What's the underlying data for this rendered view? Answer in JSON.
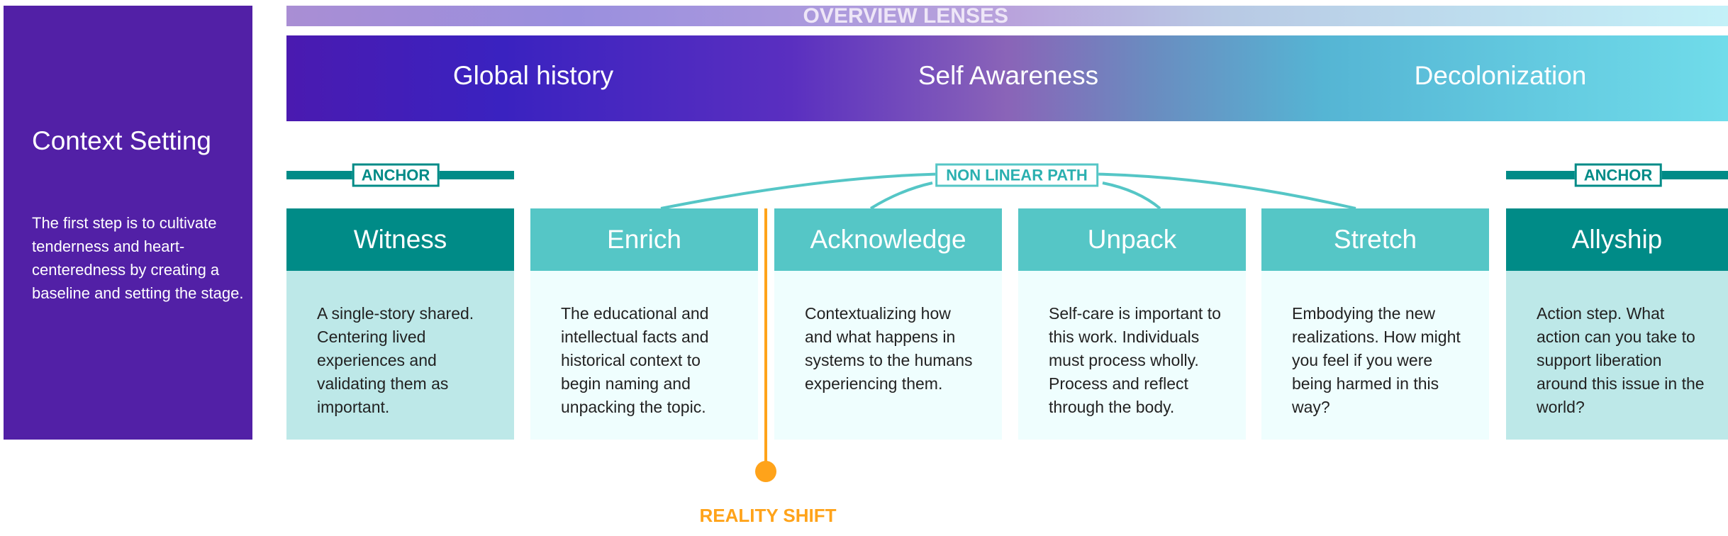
{
  "context": {
    "title": "Context Setting",
    "body": "The first step is to cultivate tenderness and heart-centeredness by creating a baseline and setting the stage."
  },
  "overview": {
    "title": "OVERVIEW LENSES",
    "lenses": [
      "Global history",
      "Self Awareness",
      "Decolonization"
    ]
  },
  "tags": {
    "anchor": "ANCHOR",
    "non_linear": "NON LINEAR PATH",
    "reality_shift": "REALITY SHIFT"
  },
  "steps": [
    {
      "title": "Witness",
      "body": "A single-story shared. Centering lived experiences and validating them as important."
    },
    {
      "title": "Enrich",
      "body": "The educational and intellectual facts and historical context to begin naming and unpacking the topic."
    },
    {
      "title": "Acknowledge",
      "body": "Contextualizing how and what happens in systems to the humans experiencing them."
    },
    {
      "title": "Unpack",
      "body": "Self-care is important to this work. Individuals must process wholly. Process and reflect through the body."
    },
    {
      "title": "Stretch",
      "body": "Embodying the new realizations. How might you feel if you were being harmed in this way?"
    },
    {
      "title": "Allyship",
      "body": "Action step. What action can you take to support liberation around this issue in the world?"
    }
  ],
  "colors": {
    "purple": "#5220a6",
    "anchor_teal": "#008b87",
    "path_teal": "#55c6c6",
    "shift_orange": "#ffa31a"
  }
}
